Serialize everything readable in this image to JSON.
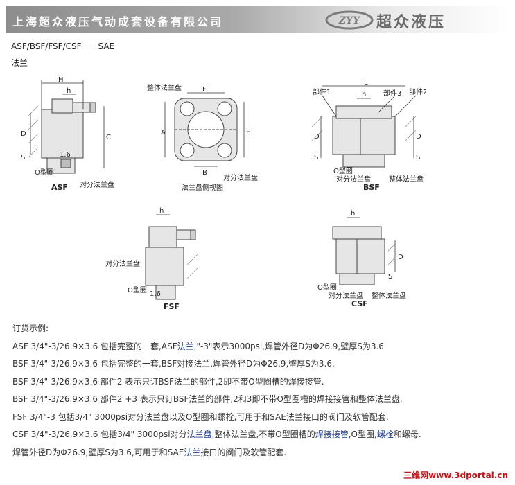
{
  "banner": {
    "company": "上海超众液压气动成套设备有限公司",
    "logo_text": "ZYY",
    "brand": "超众液压",
    "logo_color": "#7a7a7a"
  },
  "heading": {
    "title": "ASF/BSF/FSF/CSF－－SAE",
    "subtitle": "法兰"
  },
  "diagrams": {
    "asf": {
      "name": "ASF",
      "h": "H",
      "hh": "h",
      "d": "D",
      "s": "S",
      "c": "C",
      "seal": "O型圈",
      "half": "对分法兰盘",
      "t": "1.6"
    },
    "side": {
      "full": "整体法兰盘",
      "f": "F",
      "a": "A",
      "e": "E",
      "b": "B",
      "half": "对分法兰盘",
      "caption": "法兰盘侧视图"
    },
    "bsf": {
      "name": "BSF",
      "l": "L",
      "hh": "h",
      "p1": "部件1",
      "p3": "部件3",
      "p2": "部件2",
      "d": "D",
      "s": "S",
      "seal": "O型圈",
      "half": "对分法兰盘",
      "full": "整体法兰盘"
    },
    "fsf": {
      "name": "FSF",
      "hh": "h",
      "half": "对分法兰盘",
      "seal": "O型圈",
      "t": "1.6"
    },
    "csf": {
      "name": "CSF",
      "hh": "h",
      "d": "D",
      "s": "S",
      "seal": "O型圈",
      "half": "对分法兰盘",
      "full": "整体法兰盘"
    }
  },
  "orders": {
    "title": "订货示例:",
    "asf_a": "ASF 3/4\"-3/26.9×3.6 包括完整的一套,ASF",
    "asf_b": "法兰",
    "asf_c": ",\"-3\"表示3000psi,焊管外径D为Φ26.9,壁厚S为3.6",
    "bsf1": "BSF 3/4\"-3/26.9×3.6 包括完整的一套,BSF对接法兰,焊管外径D为Φ26.9,壁厚S为3.6.",
    "bsf2": "BSF 3/4\"-3/26.9×3.6 部件2 表示只订BSF法兰的部件,2即不带O型圈槽的焊接接管.",
    "bsf3": "BSF 3/4\"-3/26.9×3.6 部件2 +3 表示只订BSF法兰的部件,2和3即不带O型圈槽的焊接接管和整体法兰盘.",
    "fsf": "FSF 3/4\"-3 包括3/4\" 3000psi对分法兰盘以及O型圈和螺栓,可用于和SAE法兰接口的阀门及软管配套.",
    "csf_a": "CSF 3/4\"-3/26.9×3.6 包括3/4\" 3000psi对分",
    "csf_b": "法兰盘",
    "csf_c": ",整体法兰盘,不带O型圈槽的",
    "csf_d": "焊接接管",
    "csf_e": ",O型圈,",
    "csf_f": "螺栓",
    "csf_g": "和螺母.",
    "last_a": "焊管外径D为Φ26.9,壁厚S为3.6,可用于和SAE",
    "last_b": "法兰",
    "last_c": "接口的阀门及软管配套."
  },
  "footer": {
    "site": "三维网www.3dportal.cn"
  }
}
